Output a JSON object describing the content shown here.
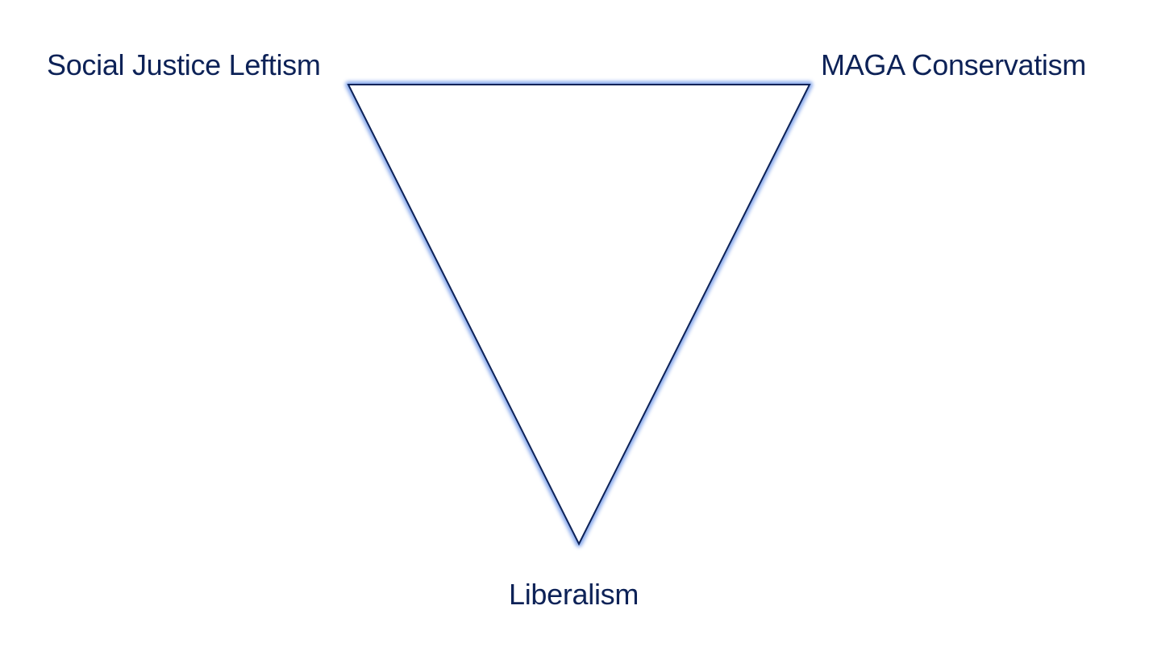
{
  "diagram": {
    "labels": {
      "top_left": "Social Justice Leftism",
      "top_right": "MAGA Conservatism",
      "bottom": "Liberalism"
    },
    "colors": {
      "text": "#0d2257",
      "stroke": "#0d2257",
      "glow": "#6f97e8",
      "fill": "#ffffff"
    }
  }
}
